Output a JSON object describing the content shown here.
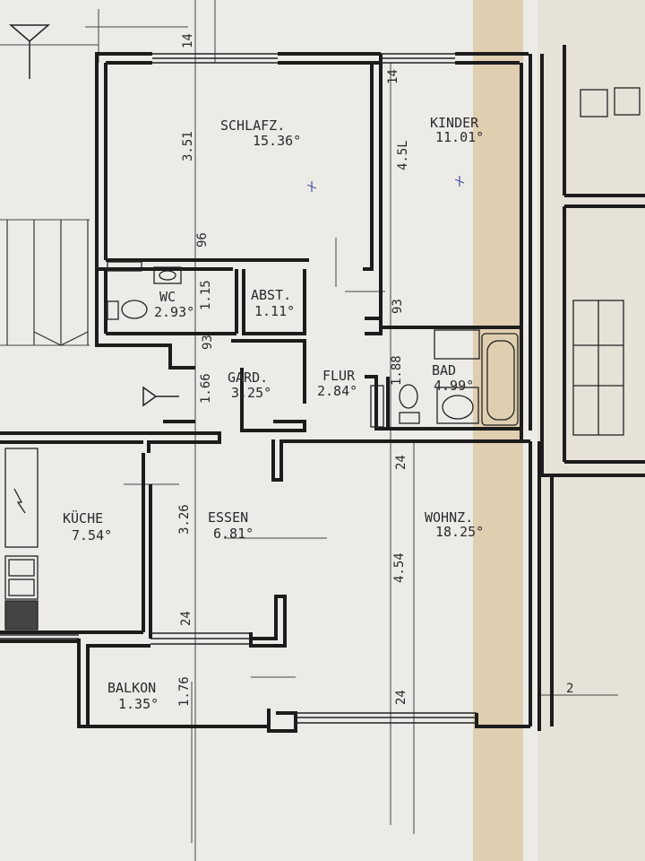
{
  "colors": {
    "paper": "#ecebe8",
    "tape": "#ddc9a6",
    "ink": "#202020",
    "pen": "#4a55a0"
  },
  "rooms": {
    "schlafz": {
      "name": "SCHLAFZ.",
      "area": "15.36°"
    },
    "kinder": {
      "name": "KINDER",
      "area": "11.01°"
    },
    "wc": {
      "name": "WC",
      "area": "2.93°"
    },
    "abst": {
      "name": "ABST.",
      "area": "1.11°"
    },
    "gard": {
      "name": "GARD.",
      "area": "3.25°"
    },
    "flur": {
      "name": "FLUR",
      "area": "2.84°"
    },
    "bad": {
      "name": "BAD",
      "area": "4.99°"
    },
    "kueche": {
      "name": "KÜCHE",
      "area": "7.54°"
    },
    "essen": {
      "name": "ESSEN",
      "area": "6.81°"
    },
    "wohnz": {
      "name": "WOHNZ.",
      "area": "18.25°"
    },
    "balkon": {
      "name": "BALKON",
      "area": "1.35°"
    }
  },
  "dimensions": {
    "d_top_left": "14",
    "d_top_right": "14",
    "d_schlafz": "3.51",
    "d_kinder": "4.5L",
    "d_96": "96",
    "d_wc": "1.15",
    "d_93": "93",
    "d_93b": "93",
    "d_gard": "1.66",
    "d_flur": "1.88",
    "d_24a": "24",
    "d_essen": "3.26",
    "d_wohnz": "4.54",
    "d_24b": "24",
    "d_balkon": "1.76",
    "d_24c": "24",
    "d_2": "2"
  }
}
